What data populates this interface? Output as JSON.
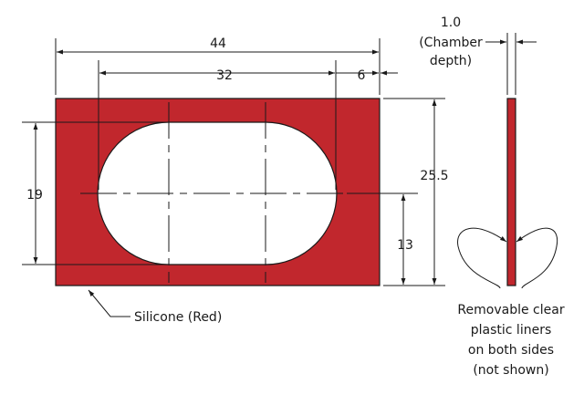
{
  "dimensions": {
    "total_width": "44",
    "inner_length": "32",
    "edge_offset": "6",
    "chamber_depth_value": "1.0",
    "chamber_depth_note_line1": "(Chamber",
    "chamber_depth_note_line2": "depth)",
    "total_height": "25.5",
    "inner_height": "19",
    "center_height": "13"
  },
  "labels": {
    "material": "Silicone (Red)",
    "liners_line1": "Removable clear",
    "liners_line2": "plastic liners",
    "liners_line3": "on both sides",
    "liners_line4": "(not shown)"
  },
  "colors": {
    "silicone": "#c1272d",
    "stroke": "#1a1a1a"
  }
}
